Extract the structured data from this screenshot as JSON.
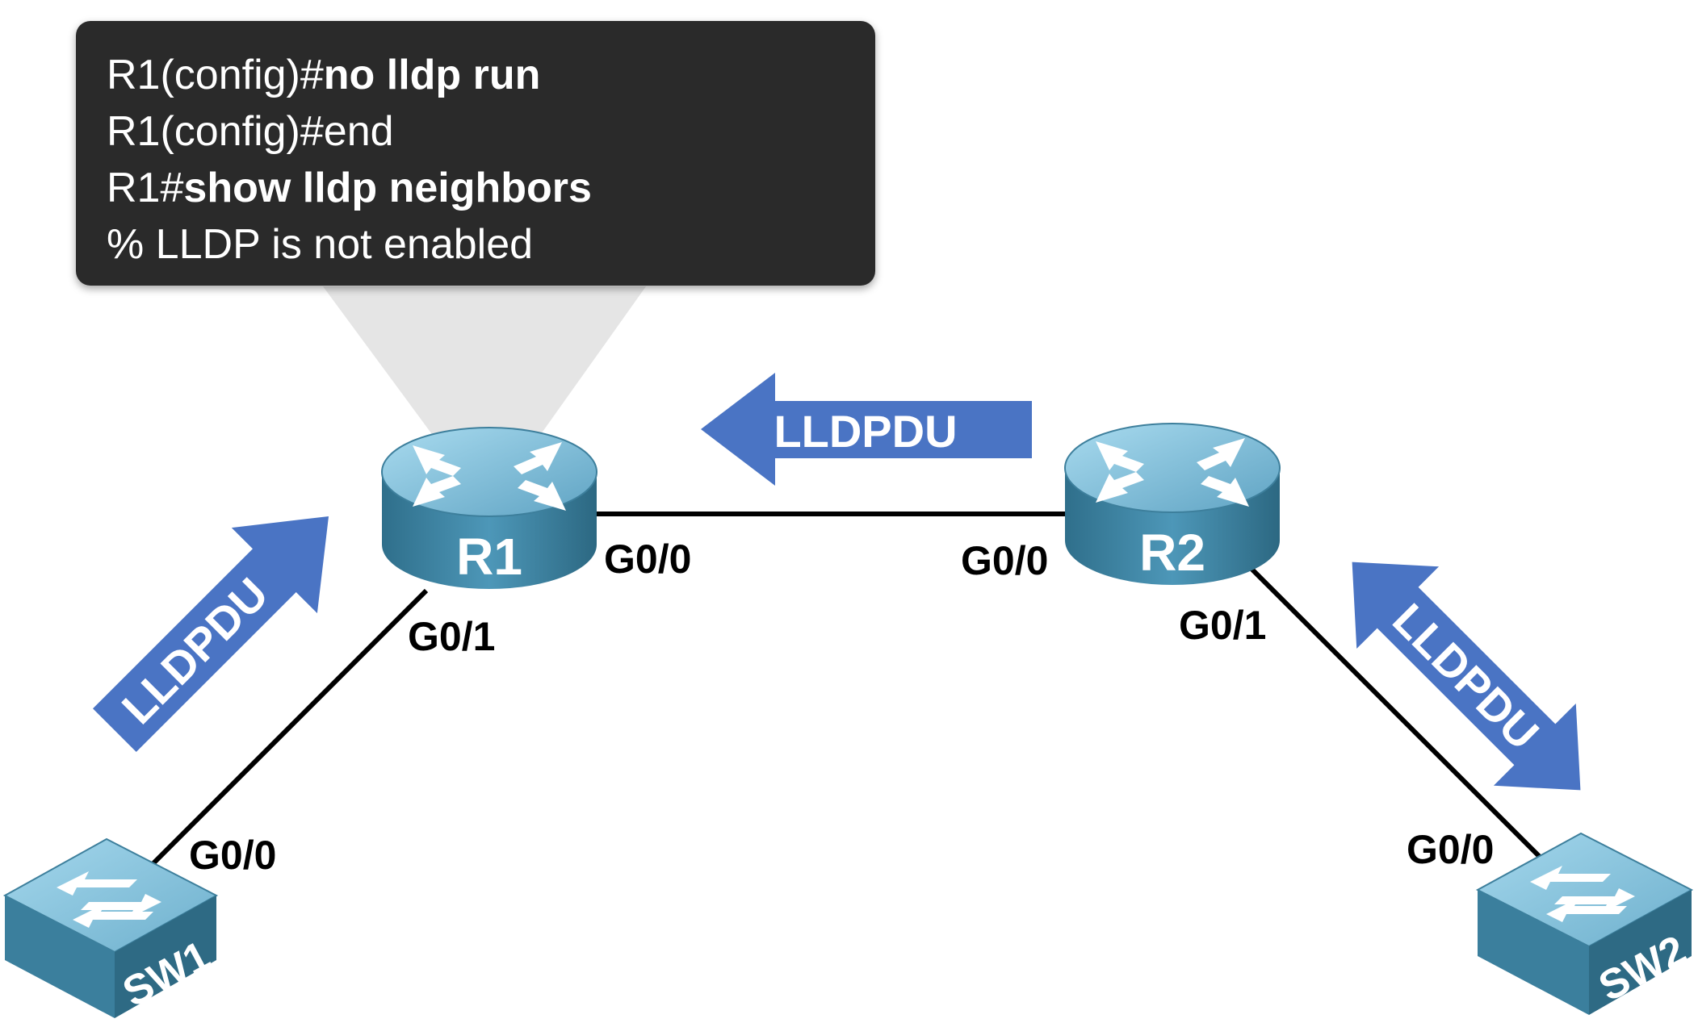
{
  "terminal": {
    "lines": [
      {
        "prompt": "R1(config)#",
        "command": "no lldp run"
      },
      {
        "prompt": "R1(config)#",
        "command": "end",
        "command_bold": false
      },
      {
        "prompt": "R1#",
        "command": "show lldp neighbors"
      },
      {
        "prompt": "",
        "command": "% LLDP is not enabled",
        "command_bold": false
      }
    ]
  },
  "devices": {
    "r1": {
      "label": "R1",
      "type": "router"
    },
    "r2": {
      "label": "R2",
      "type": "router"
    },
    "sw1": {
      "label": "SW1",
      "type": "switch"
    },
    "sw2": {
      "label": "SW2",
      "type": "switch"
    }
  },
  "interfaces": {
    "r1_g00": "G0/0",
    "r1_g01": "G0/1",
    "r2_g00": "G0/0",
    "r2_g01": "G0/1",
    "sw1_g00": "G0/0",
    "sw2_g00": "G0/0"
  },
  "lldpdu_arrows": {
    "r2_to_r1": {
      "label": "LLDPDU",
      "direction": "left"
    },
    "sw1_to_r1": {
      "label": "LLDPDU",
      "direction": "up-right"
    },
    "r2_sw2": {
      "label": "LLDPDU",
      "direction": "bidirectional"
    }
  },
  "colors": {
    "terminal_bg": "#2b2b2b",
    "arrow_blue": "#4a74c4",
    "device_top": "#8ec8de",
    "device_side": "#3d7f9c",
    "link": "#000000"
  }
}
